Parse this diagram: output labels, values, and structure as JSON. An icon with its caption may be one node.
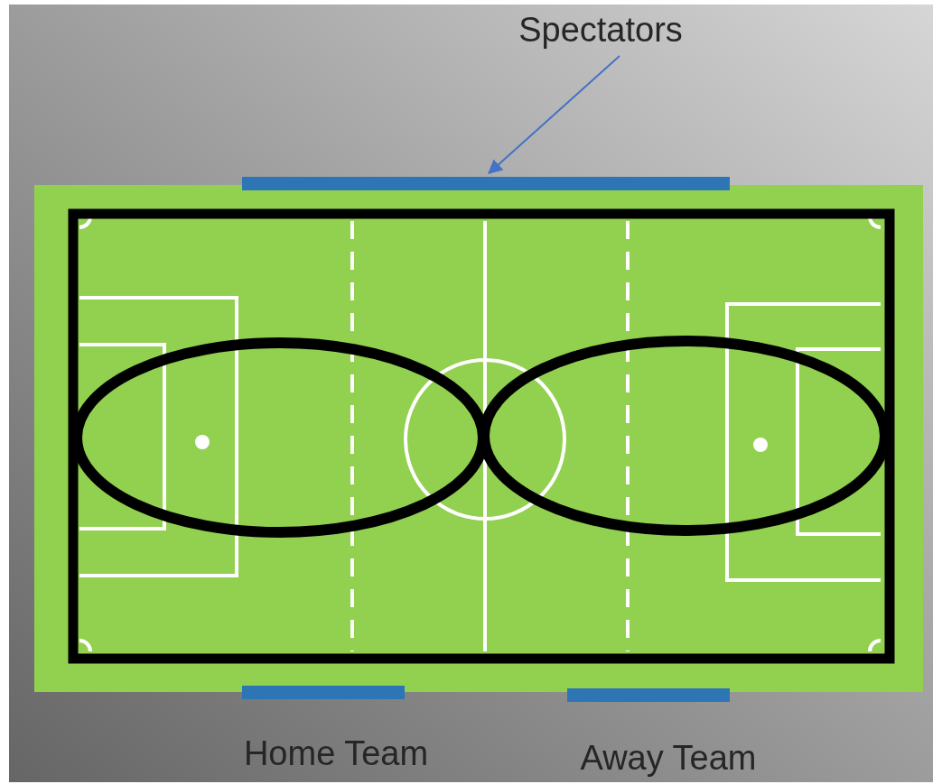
{
  "diagram": {
    "nodes": [
      {
        "text": [
          "Spectators"
        ]
      },
      {
        "text": [],
        "shape": "bar"
      },
      {
        "text": [],
        "shape": "bar",
        "beside": [
          "Home Team"
        ]
      },
      {
        "text": [],
        "shape": "bar",
        "beside": [
          "Away Team"
        ]
      }
    ],
    "edges": [
      {
        "from": 0,
        "to": 1,
        "arrow": "to"
      }
    ]
  }
}
